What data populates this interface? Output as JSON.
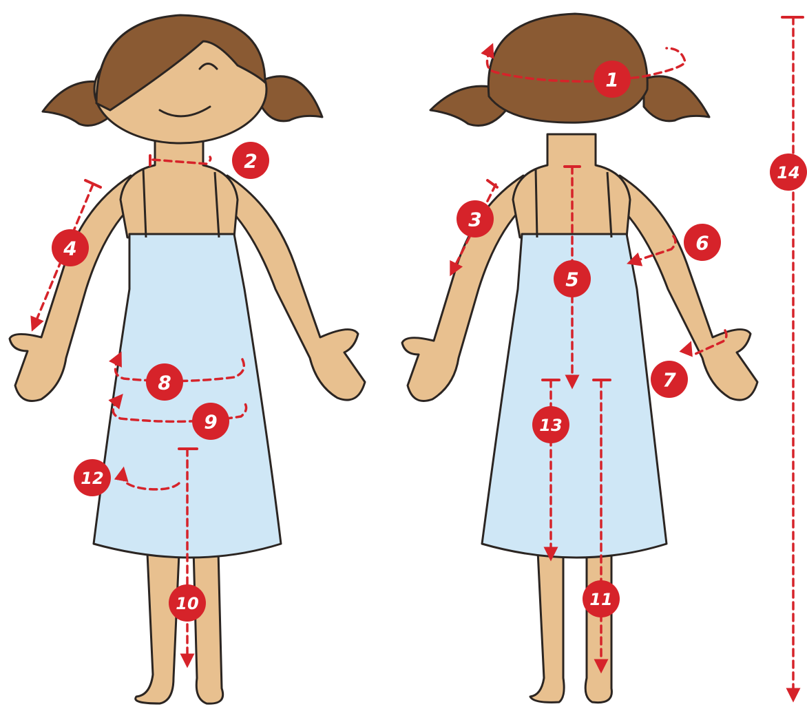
{
  "colors": {
    "measure": "#d6232a",
    "badge": "#d6232a",
    "badge_text": "#ffffff",
    "skin": "#e8c08f",
    "hair": "#8a5a33",
    "dress": "#cfe7f6",
    "outline": "#2b2522"
  },
  "figures": [
    {
      "view": "front",
      "icon": "girl-front-view-illustration"
    },
    {
      "view": "back",
      "icon": "girl-back-view-illustration"
    }
  ],
  "measurements": [
    {
      "label": "1"
    },
    {
      "label": "2"
    },
    {
      "label": "3"
    },
    {
      "label": "4"
    },
    {
      "label": "5"
    },
    {
      "label": "6"
    },
    {
      "label": "7"
    },
    {
      "label": "8"
    },
    {
      "label": "9"
    },
    {
      "label": "10"
    },
    {
      "label": "11"
    },
    {
      "label": "12"
    },
    {
      "label": "13"
    },
    {
      "label": "14"
    }
  ]
}
